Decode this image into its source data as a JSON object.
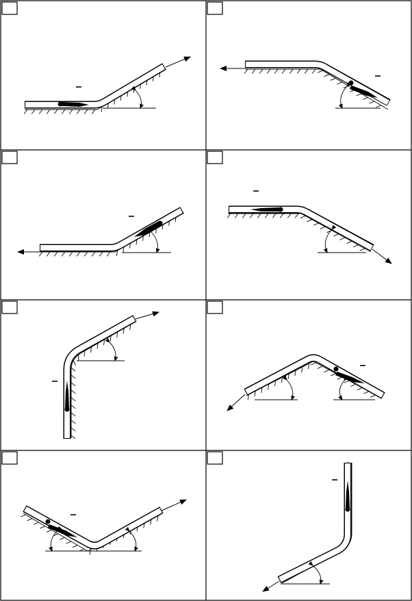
{
  "panels": [
    {
      "id": 1
    },
    {
      "id": 2
    },
    {
      "id": 3
    },
    {
      "id": 4
    },
    {
      "id": 5
    },
    {
      "id": 6
    },
    {
      "id": 7
    },
    {
      "id": 8
    }
  ]
}
